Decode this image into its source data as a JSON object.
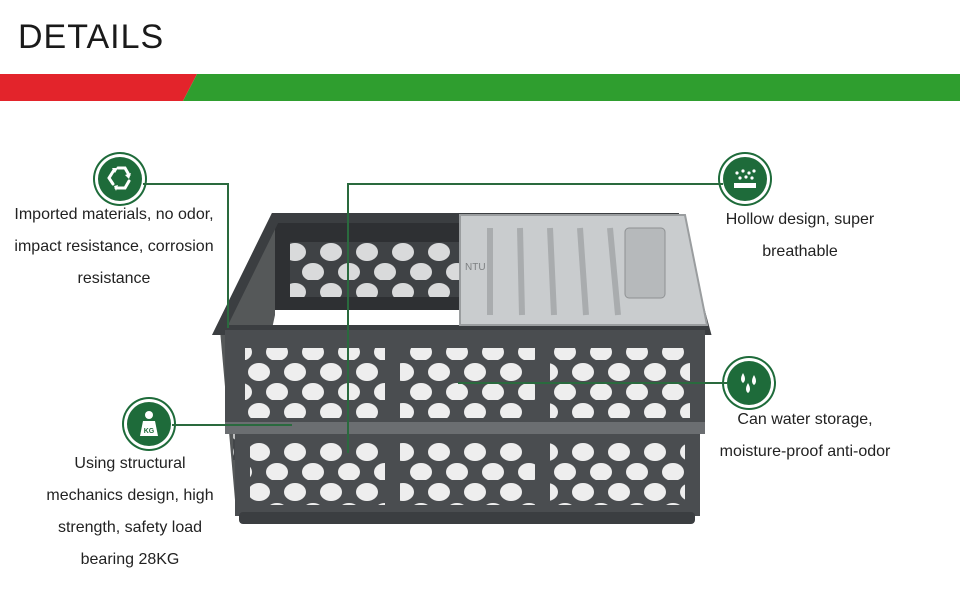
{
  "header": {
    "title": "DETAILS"
  },
  "colors": {
    "accent_red": "#e3242b",
    "accent_green": "#2f9e2f",
    "icon_green": "#1e6b3a",
    "crate_gray": "#4a4d50",
    "lid_silver": "#c9ccce"
  },
  "features": [
    {
      "id": "materials",
      "icon": "recycle-icon",
      "lines": [
        "Imported materials, no odor,",
        "impact resistance, corrosion",
        "resistance"
      ]
    },
    {
      "id": "hollow",
      "icon": "breathable-icon",
      "lines": [
        "Hollow design, super",
        "breathable"
      ]
    },
    {
      "id": "water",
      "icon": "water-drops-icon",
      "lines": [
        "Can water storage,",
        "moisture-proof anti-odor"
      ]
    },
    {
      "id": "load",
      "icon": "weight-kg-icon",
      "lines": [
        "Using structural",
        "mechanics design, high",
        "strength, safety load",
        "bearing 28KG"
      ]
    }
  ],
  "product": {
    "lid_text": "NTU"
  }
}
